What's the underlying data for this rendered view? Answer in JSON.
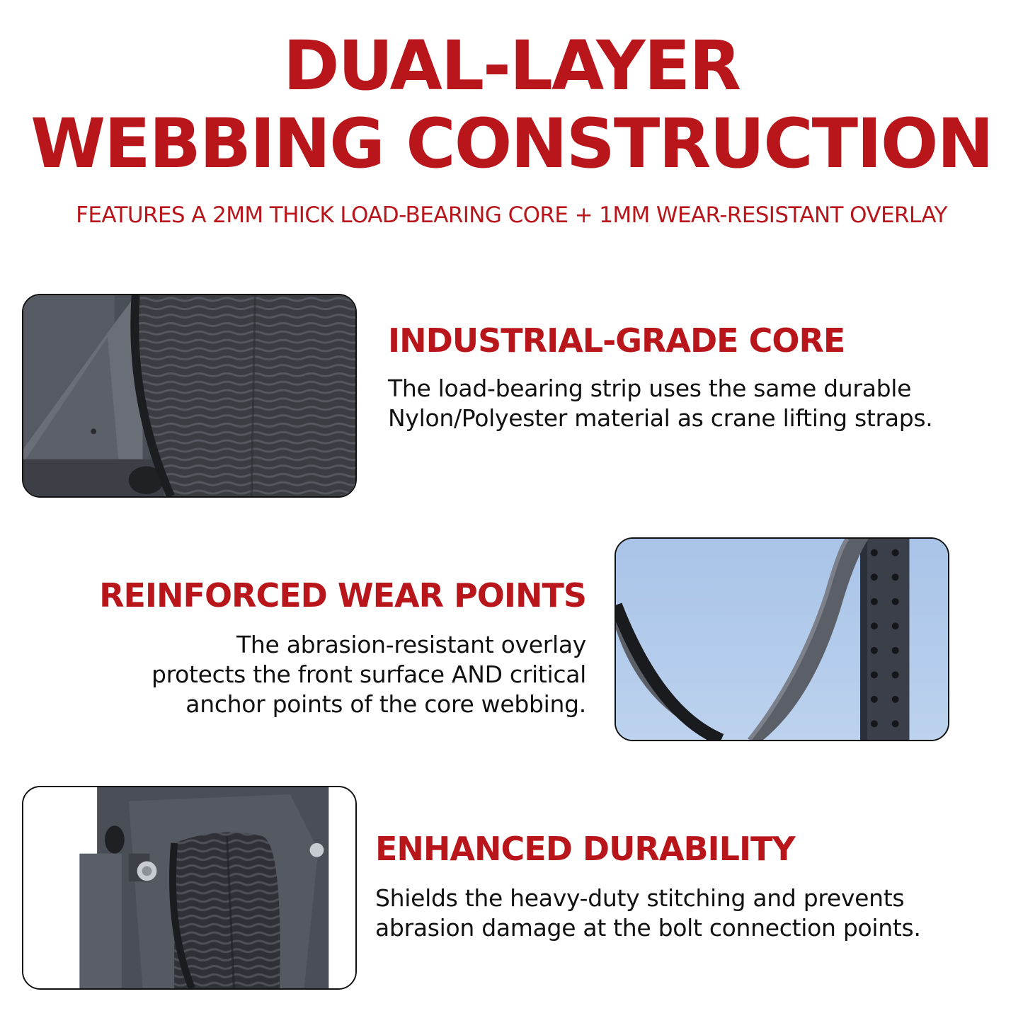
{
  "header": {
    "title_line1": "DUAL-LAYER",
    "title_line2": "WEBBING CONSTRUCTION",
    "subtitle": "FEATURES A 2MM THICK LOAD-BEARING CORE + 1MM WEAR-RESISTANT OVERLAY"
  },
  "sections": [
    {
      "heading": "INDUSTRIAL-GRADE CORE",
      "lines": [
        "The load-bearing strip uses the same durable",
        "Nylon/Polyester material as crane lifting straps."
      ]
    },
    {
      "heading": "REINFORCED WEAR POINTS",
      "lines": [
        "The abrasion-resistant overlay",
        "protects the front surface AND critical",
        "anchor points of the core webbing."
      ]
    },
    {
      "heading": "ENHANCED DURABILITY",
      "lines": [
        "Shields the heavy-duty stitching and prevents",
        "abrasion damage at the bolt connection points."
      ]
    }
  ],
  "colors": {
    "accent": "#b8161b",
    "text": "#111111"
  }
}
